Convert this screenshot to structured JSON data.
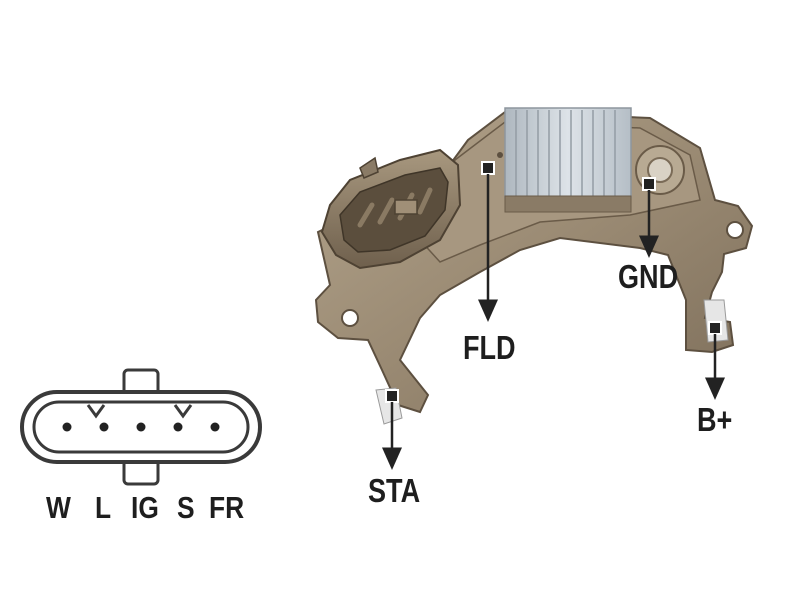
{
  "connector": {
    "pins": [
      "W",
      "L",
      "IG",
      "S",
      "FR"
    ]
  },
  "callouts": {
    "fld": "FLD",
    "gnd": "GND",
    "sta": "STA",
    "bplus": "B+"
  },
  "colors": {
    "housing": "#9a8a73",
    "housing_dark": "#6f604d",
    "heatsink": "#c7cfd6",
    "label_text": "#1e1e1e",
    "arrow": "#222222"
  }
}
